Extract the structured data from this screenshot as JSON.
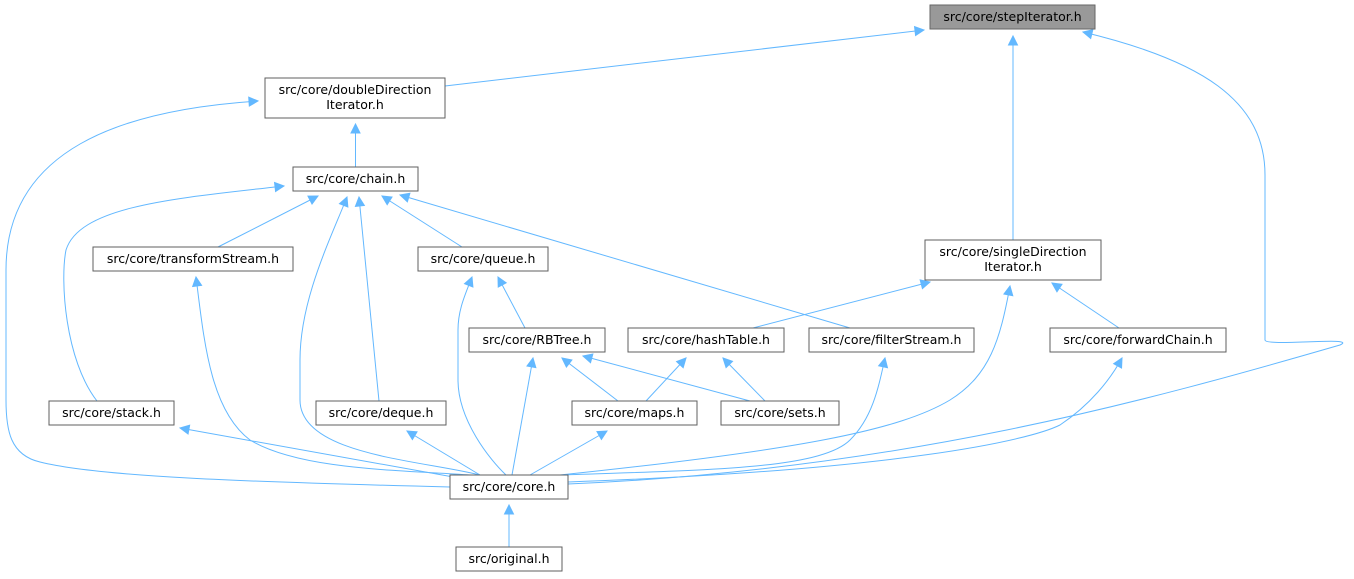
{
  "title": "Include dependency graph",
  "colors": {
    "edge": "#63b8ff",
    "node_border": "#5f5f5f",
    "root_fill": "#999999"
  },
  "nodes": [
    {
      "id": "stepIterator",
      "lines": [
        "src/core/stepIterator.h"
      ],
      "root": true
    },
    {
      "id": "doubleDirection",
      "lines": [
        "src/core/doubleDirection",
        "Iterator.h"
      ]
    },
    {
      "id": "chain",
      "lines": [
        "src/core/chain.h"
      ]
    },
    {
      "id": "singleDirection",
      "lines": [
        "src/core/singleDirection",
        "Iterator.h"
      ]
    },
    {
      "id": "transformStream",
      "lines": [
        "src/core/transformStream.h"
      ]
    },
    {
      "id": "queue",
      "lines": [
        "src/core/queue.h"
      ]
    },
    {
      "id": "rbtree",
      "lines": [
        "src/core/RBTree.h"
      ]
    },
    {
      "id": "hashTable",
      "lines": [
        "src/core/hashTable.h"
      ]
    },
    {
      "id": "filterStream",
      "lines": [
        "src/core/filterStream.h"
      ]
    },
    {
      "id": "forwardChain",
      "lines": [
        "src/core/forwardChain.h"
      ]
    },
    {
      "id": "stack",
      "lines": [
        "src/core/stack.h"
      ]
    },
    {
      "id": "deque",
      "lines": [
        "src/core/deque.h"
      ]
    },
    {
      "id": "maps",
      "lines": [
        "src/core/maps.h"
      ]
    },
    {
      "id": "sets",
      "lines": [
        "src/core/sets.h"
      ]
    },
    {
      "id": "core",
      "lines": [
        "src/core/core.h"
      ]
    },
    {
      "id": "original",
      "lines": [
        "src/original.h"
      ]
    }
  ],
  "edges": [
    {
      "from": "doubleDirection",
      "to": "stepIterator"
    },
    {
      "from": "singleDirection",
      "to": "stepIterator"
    },
    {
      "from": "core",
      "to": "stepIterator"
    },
    {
      "from": "chain",
      "to": "doubleDirection"
    },
    {
      "from": "core",
      "to": "doubleDirection"
    },
    {
      "from": "transformStream",
      "to": "chain"
    },
    {
      "from": "queue",
      "to": "chain"
    },
    {
      "from": "filterStream",
      "to": "chain"
    },
    {
      "from": "stack",
      "to": "chain"
    },
    {
      "from": "deque",
      "to": "chain"
    },
    {
      "from": "core",
      "to": "chain"
    },
    {
      "from": "rbtree",
      "to": "queue"
    },
    {
      "from": "core",
      "to": "queue"
    },
    {
      "from": "maps",
      "to": "rbtree"
    },
    {
      "from": "sets",
      "to": "rbtree"
    },
    {
      "from": "core",
      "to": "rbtree"
    },
    {
      "from": "hashTable",
      "to": "singleDirection"
    },
    {
      "from": "forwardChain",
      "to": "singleDirection"
    },
    {
      "from": "core",
      "to": "singleDirection"
    },
    {
      "from": "maps",
      "to": "hashTable"
    },
    {
      "from": "sets",
      "to": "hashTable"
    },
    {
      "from": "core",
      "to": "filterStream"
    },
    {
      "from": "core",
      "to": "forwardChain"
    },
    {
      "from": "core",
      "to": "transformStream"
    },
    {
      "from": "core",
      "to": "stack"
    },
    {
      "from": "core",
      "to": "deque"
    },
    {
      "from": "core",
      "to": "maps"
    },
    {
      "from": "original",
      "to": "core"
    }
  ]
}
